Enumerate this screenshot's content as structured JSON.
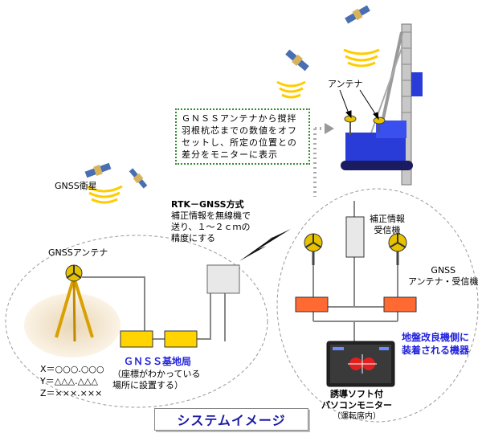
{
  "note_lines": [
    "ＧＮＳＳアンテナから撹拌",
    "羽根杭芯までの数値をオフ",
    "セットし、所定の位置との",
    "差分をモニターに表示"
  ],
  "labels": {
    "antenna_top": "アンテナ",
    "gnss_satellite": "GNSS衛星",
    "rtk_title": "RTK－GNSS方式",
    "rtk_lines": [
      "補正情報を無線機で",
      "送り、１～２ｃｍの",
      "精度にする"
    ],
    "correction_rx_lines": [
      "補正情報",
      "受信機"
    ],
    "gnss_ant_rx_lines": [
      "GNSS",
      "アンテナ・受信機"
    ],
    "gnss_antenna": "GNSSアンテナ",
    "machine_side_lines": [
      "地盤改良機側に",
      "装着される機器"
    ],
    "base_station": "ＧＮＳＳ基地局",
    "base_note_lines": [
      "（座標がわかっている",
      "場所に設置する）"
    ],
    "coords": [
      "X＝○○○.○○○",
      "Y＝△△△.△△△",
      "Z＝×××.×××"
    ],
    "monitor_lines": [
      "誘導ソフト付",
      "パソコンモニター"
    ],
    "monitor_note": "（運転席内）"
  },
  "title": "システムイメージ",
  "colors": {
    "accent_blue": "#1a1aa8",
    "orange": "#ff6a33",
    "yellow": "#ffd400",
    "machine_blue": "#2a3cd8"
  }
}
